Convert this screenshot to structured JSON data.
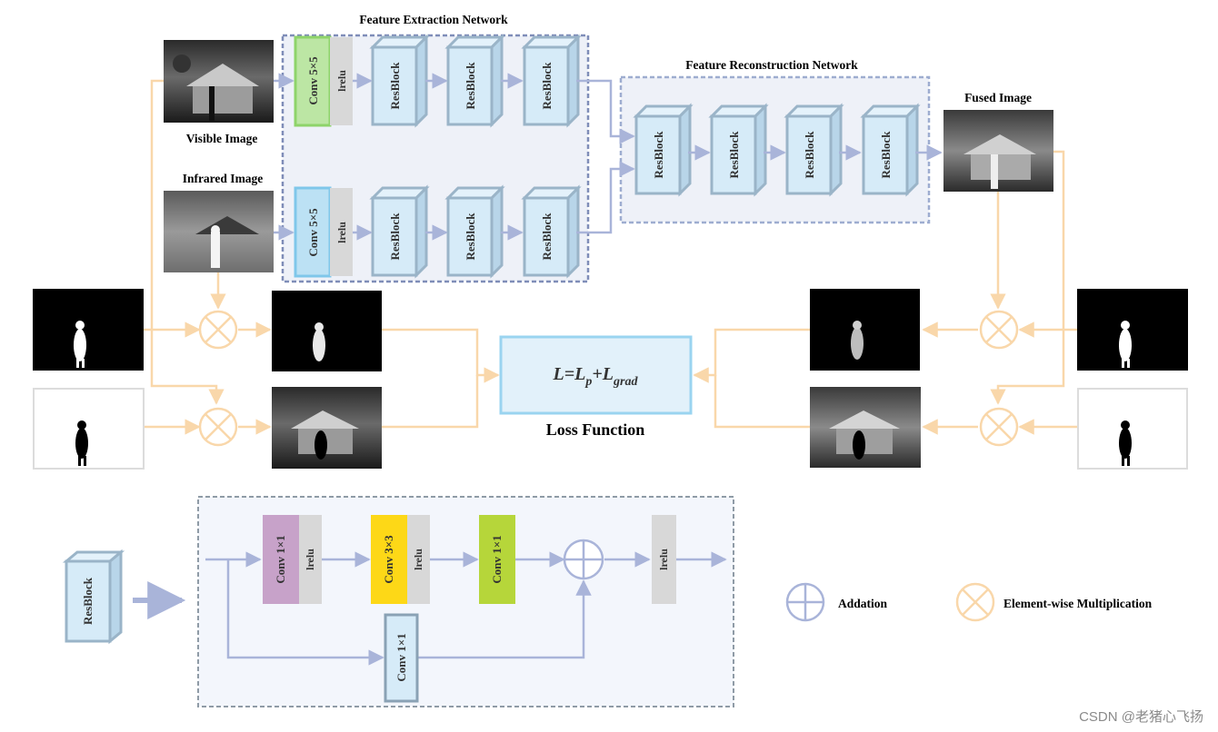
{
  "titles": {
    "feature_extraction": "Feature Extraction Network",
    "feature_reconstruction": "Feature Reconstruction Network",
    "fused_image": "Fused Image",
    "visible_image": "Visible Image",
    "infrared_image": "Infrared Image",
    "loss_function": "Loss Function"
  },
  "blocks": {
    "conv5": "Conv 5×5",
    "lrelu": "lrelu",
    "resblock": "ResBlock",
    "conv1": "Conv 1×1",
    "conv3": "Conv 3×3"
  },
  "loss": {
    "L": "L",
    "eq": "=",
    "Lp": "L",
    "p": "p",
    "plus": "+",
    "Lg": "L",
    "grad": "grad"
  },
  "legend": {
    "addation": "Addation",
    "multiplication": "Element-wise Multiplication"
  },
  "watermark": "CSDN @老猪心飞扬",
  "colors": {
    "res_fill": "#d6ebf8",
    "res_stroke": "#9ab4c8",
    "arrow_blue": "#a9b4d9",
    "arrow_orange": "#f9d7aa",
    "conv5_visible": "#bce6a4",
    "conv5_infrared": "#bce1f4",
    "conv1_purple": "#c7a2c9",
    "conv3_yellow": "#fdd817",
    "conv1_green": "#b6d63a",
    "lrelu_gray": "#d8d8d8"
  }
}
